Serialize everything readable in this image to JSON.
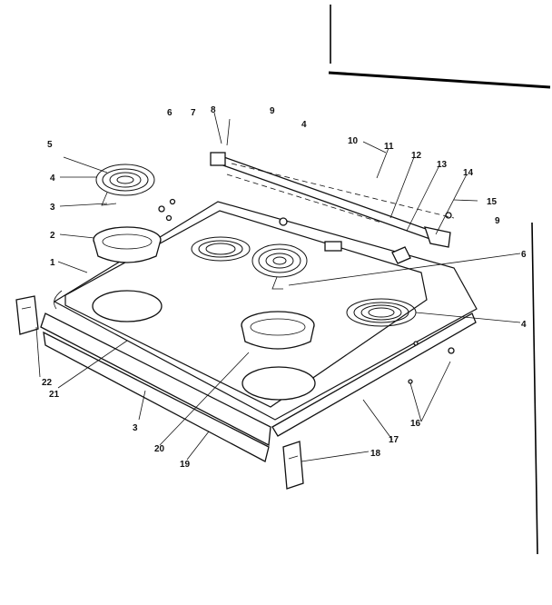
{
  "labels": [
    {
      "id": "label-5-top",
      "text": "5"
    },
    {
      "id": "label-6-top",
      "text": "6"
    },
    {
      "id": "label-7",
      "text": "7"
    },
    {
      "id": "label-8",
      "text": "8"
    },
    {
      "id": "label-9-top",
      "text": "9"
    },
    {
      "id": "label-4-top",
      "text": "4"
    },
    {
      "id": "label-10",
      "text": "10"
    },
    {
      "id": "label-11",
      "text": "11"
    },
    {
      "id": "label-12",
      "text": "12"
    },
    {
      "id": "label-13",
      "text": "13"
    },
    {
      "id": "label-14",
      "text": "14"
    },
    {
      "id": "label-15",
      "text": "15"
    },
    {
      "id": "label-9-right",
      "text": "9"
    },
    {
      "id": "label-4-left",
      "text": "4"
    },
    {
      "id": "label-3-left",
      "text": "3"
    },
    {
      "id": "label-2",
      "text": "2"
    },
    {
      "id": "label-1",
      "text": "1"
    },
    {
      "id": "label-6-right",
      "text": "6"
    },
    {
      "id": "label-4-right",
      "text": "4"
    },
    {
      "id": "label-22",
      "text": "22"
    },
    {
      "id": "label-21",
      "text": "21"
    },
    {
      "id": "label-3-bottom",
      "text": "3"
    },
    {
      "id": "label-20",
      "text": "20"
    },
    {
      "id": "label-19",
      "text": "19"
    },
    {
      "id": "label-16",
      "text": "16"
    },
    {
      "id": "label-17",
      "text": "17"
    },
    {
      "id": "label-18",
      "text": "18"
    }
  ]
}
